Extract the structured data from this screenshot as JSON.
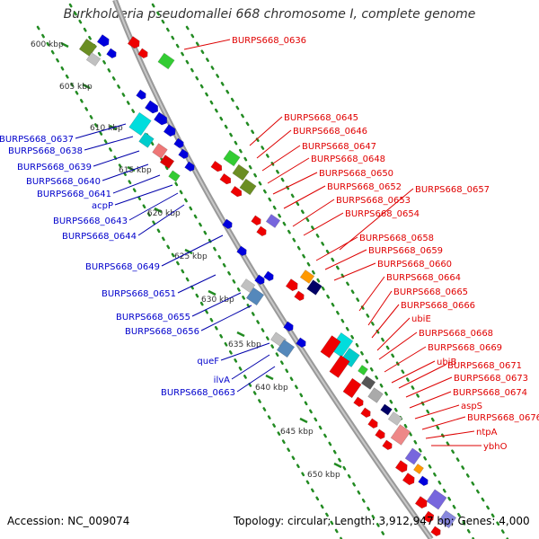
{
  "title": "Burkholderia pseudomallei 668 chromosome I, complete genome",
  "accession": "Accession: NC_009074",
  "summary": "Topology: circular; Length: 3,912,947 bp; Genes: 4,000",
  "colors": {
    "plus_strand_label": "#0000cc",
    "minus_strand_label": "#e00000",
    "backbone": "#999999",
    "tick": "#228b22"
  },
  "ticks": [
    "600 kbp",
    "605 kbp",
    "610 kbp",
    "615 kbp",
    "620 kbp",
    "625 kbp",
    "630 kbp",
    "635 kbp",
    "640 kbp",
    "645 kbp",
    "650 kbp"
  ],
  "left_labels": [
    "BURPS668_0637",
    "BURPS668_0638",
    "BURPS668_0639",
    "BURPS668_0640",
    "BURPS668_0641",
    "acpP",
    "BURPS668_0643",
    "BURPS668_0644",
    "BURPS668_0649",
    "BURPS668_0651",
    "BURPS668_0655",
    "BURPS668_0656",
    "queF",
    "ilvA",
    "BURPS668_0663"
  ],
  "right_labels": [
    "BURPS668_0636",
    "BURPS668_0645",
    "BURPS668_0646",
    "BURPS668_0647",
    "BURPS668_0648",
    "BURPS668_0650",
    "BURPS668_0652",
    "BURPS668_0653",
    "BURPS668_0654",
    "BURPS668_0657",
    "BURPS668_0658",
    "BURPS668_0659",
    "BURPS668_0660",
    "BURPS668_0664",
    "BURPS668_0665",
    "BURPS668_0666",
    "ubiE",
    "BURPS668_0668",
    "BURPS668_0669",
    "ubiB",
    "BURPS668_0671",
    "BURPS668_0673",
    "BURPS668_0674",
    "aspS",
    "BURPS668_0676",
    "ntpA",
    "ybhO"
  ]
}
